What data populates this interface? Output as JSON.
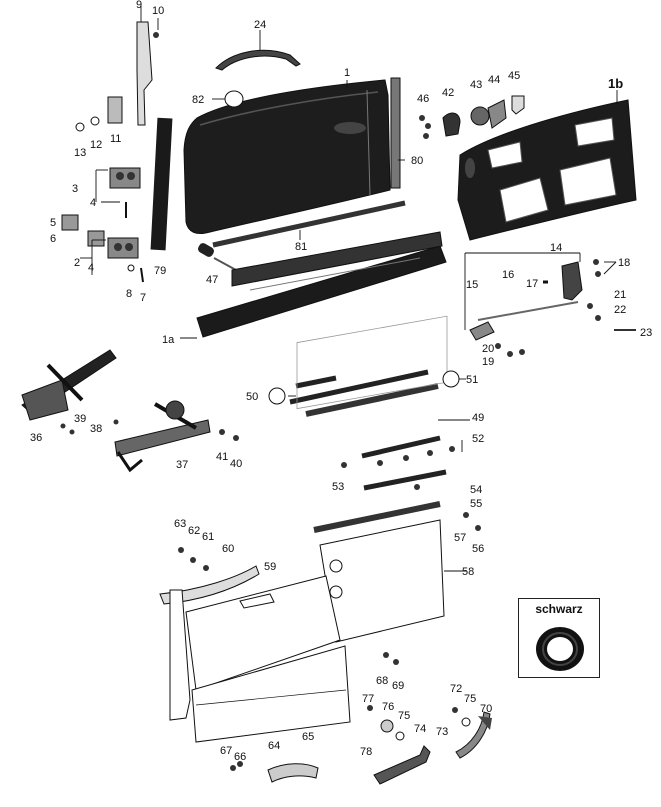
{
  "diagram": {
    "labels": {
      "p1": "1",
      "p1a": "1a",
      "p1b": "1b",
      "p2": "2",
      "p3": "3",
      "p4a": "4",
      "p4b": "4",
      "p5": "5",
      "p6": "6",
      "p7": "7",
      "p8": "8",
      "p9": "9",
      "p10": "10",
      "p11": "11",
      "p12": "12",
      "p13": "13",
      "p14": "14",
      "p15": "15",
      "p16": "16",
      "p17": "17",
      "p18": "18",
      "p19": "19",
      "p20": "20",
      "p21": "21",
      "p22": "22",
      "p23": "23",
      "p24": "24",
      "p36": "36",
      "p37": "37",
      "p38": "38",
      "p39": "39",
      "p40": "40",
      "p41": "41",
      "p42": "42",
      "p43": "43",
      "p44": "44",
      "p45": "45",
      "p46": "46",
      "p47": "47",
      "p49": "49",
      "p50": "50",
      "p51": "51",
      "p52": "52",
      "p53": "53",
      "p54": "54",
      "p55": "55",
      "p56": "56",
      "p57": "57",
      "p58": "58",
      "p59": "59",
      "p60": "60",
      "p61": "61",
      "p62": "62",
      "p63": "63",
      "p64": "64",
      "p65": "65",
      "p66": "66",
      "p67": "67",
      "p68": "68",
      "p69": "69",
      "p70": "70",
      "p72": "72",
      "p73": "73",
      "p74": "74",
      "p75a": "75",
      "p75b": "75",
      "p76": "76",
      "p77": "77",
      "p78": "78",
      "p79": "79",
      "p80": "80",
      "p81": "81",
      "p82": "82"
    },
    "inset": {
      "title": "schwarz"
    }
  }
}
